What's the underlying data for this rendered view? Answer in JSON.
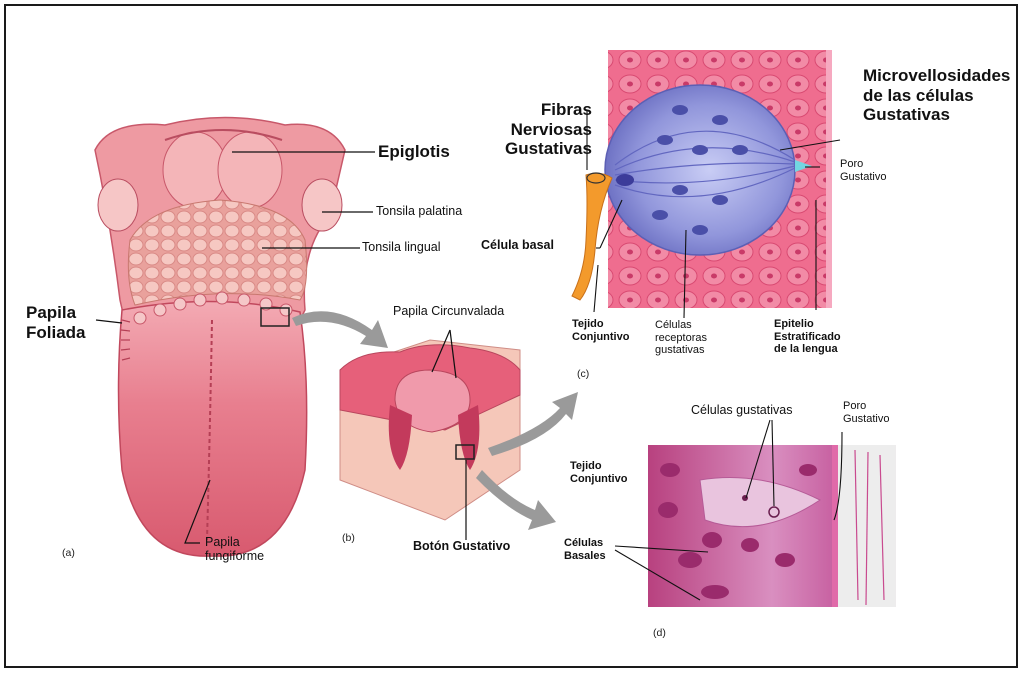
{
  "labels": {
    "epiglotis": "Epiglotis",
    "tonsila_palatina": "Tonsila palatina",
    "tonsila_lingual": "Tonsila lingual",
    "papila_foliada": [
      "Papila",
      "Foliada"
    ],
    "papila_fungiforme": [
      "Papila",
      "fungiforme"
    ],
    "panel_a": "(a)",
    "papila_circunvalada": "Papila Circunvalada",
    "panel_b": "(b)",
    "boton_gustativo": "Botón  Gustativo",
    "fibras_nerviosas": [
      "Fibras",
      "Nerviosas",
      "Gustativas"
    ],
    "celula_basal": "Célula basal",
    "microvellosidades": [
      "Microvellosidades",
      "de las células",
      "Gustativas"
    ],
    "poro_gustativo_c": [
      "Poro",
      "Gustativo"
    ],
    "tejido_conjuntivo_c": [
      "Tejido",
      "Conjuntivo"
    ],
    "celulas_receptoras": [
      "Células",
      "receptoras",
      "gustativas"
    ],
    "epitelio": [
      "Epitelio",
      "Estratificado",
      "de la lengua"
    ],
    "panel_c": "(c)",
    "celulas_gustativas": "Células gustativas",
    "poro_gustativo_d": [
      "Poro",
      "Gustativo"
    ],
    "tejido_conjuntivo_d": [
      "Tejido",
      "Conjuntivo"
    ],
    "celulas_basales": [
      "Células",
      "Basales"
    ],
    "panel_d": "(d)"
  },
  "colors": {
    "tongue": "#e76b7f",
    "tongue_light": "#f4a9b4",
    "tonsil": "#f2b9b5",
    "histology_bg": "#c94a8f",
    "histology_light": "#e9b8d9",
    "bud_blue": "#8f93d8",
    "arrow_gray": "#9a9a9a",
    "nerve_orange": "#f39a2c"
  }
}
